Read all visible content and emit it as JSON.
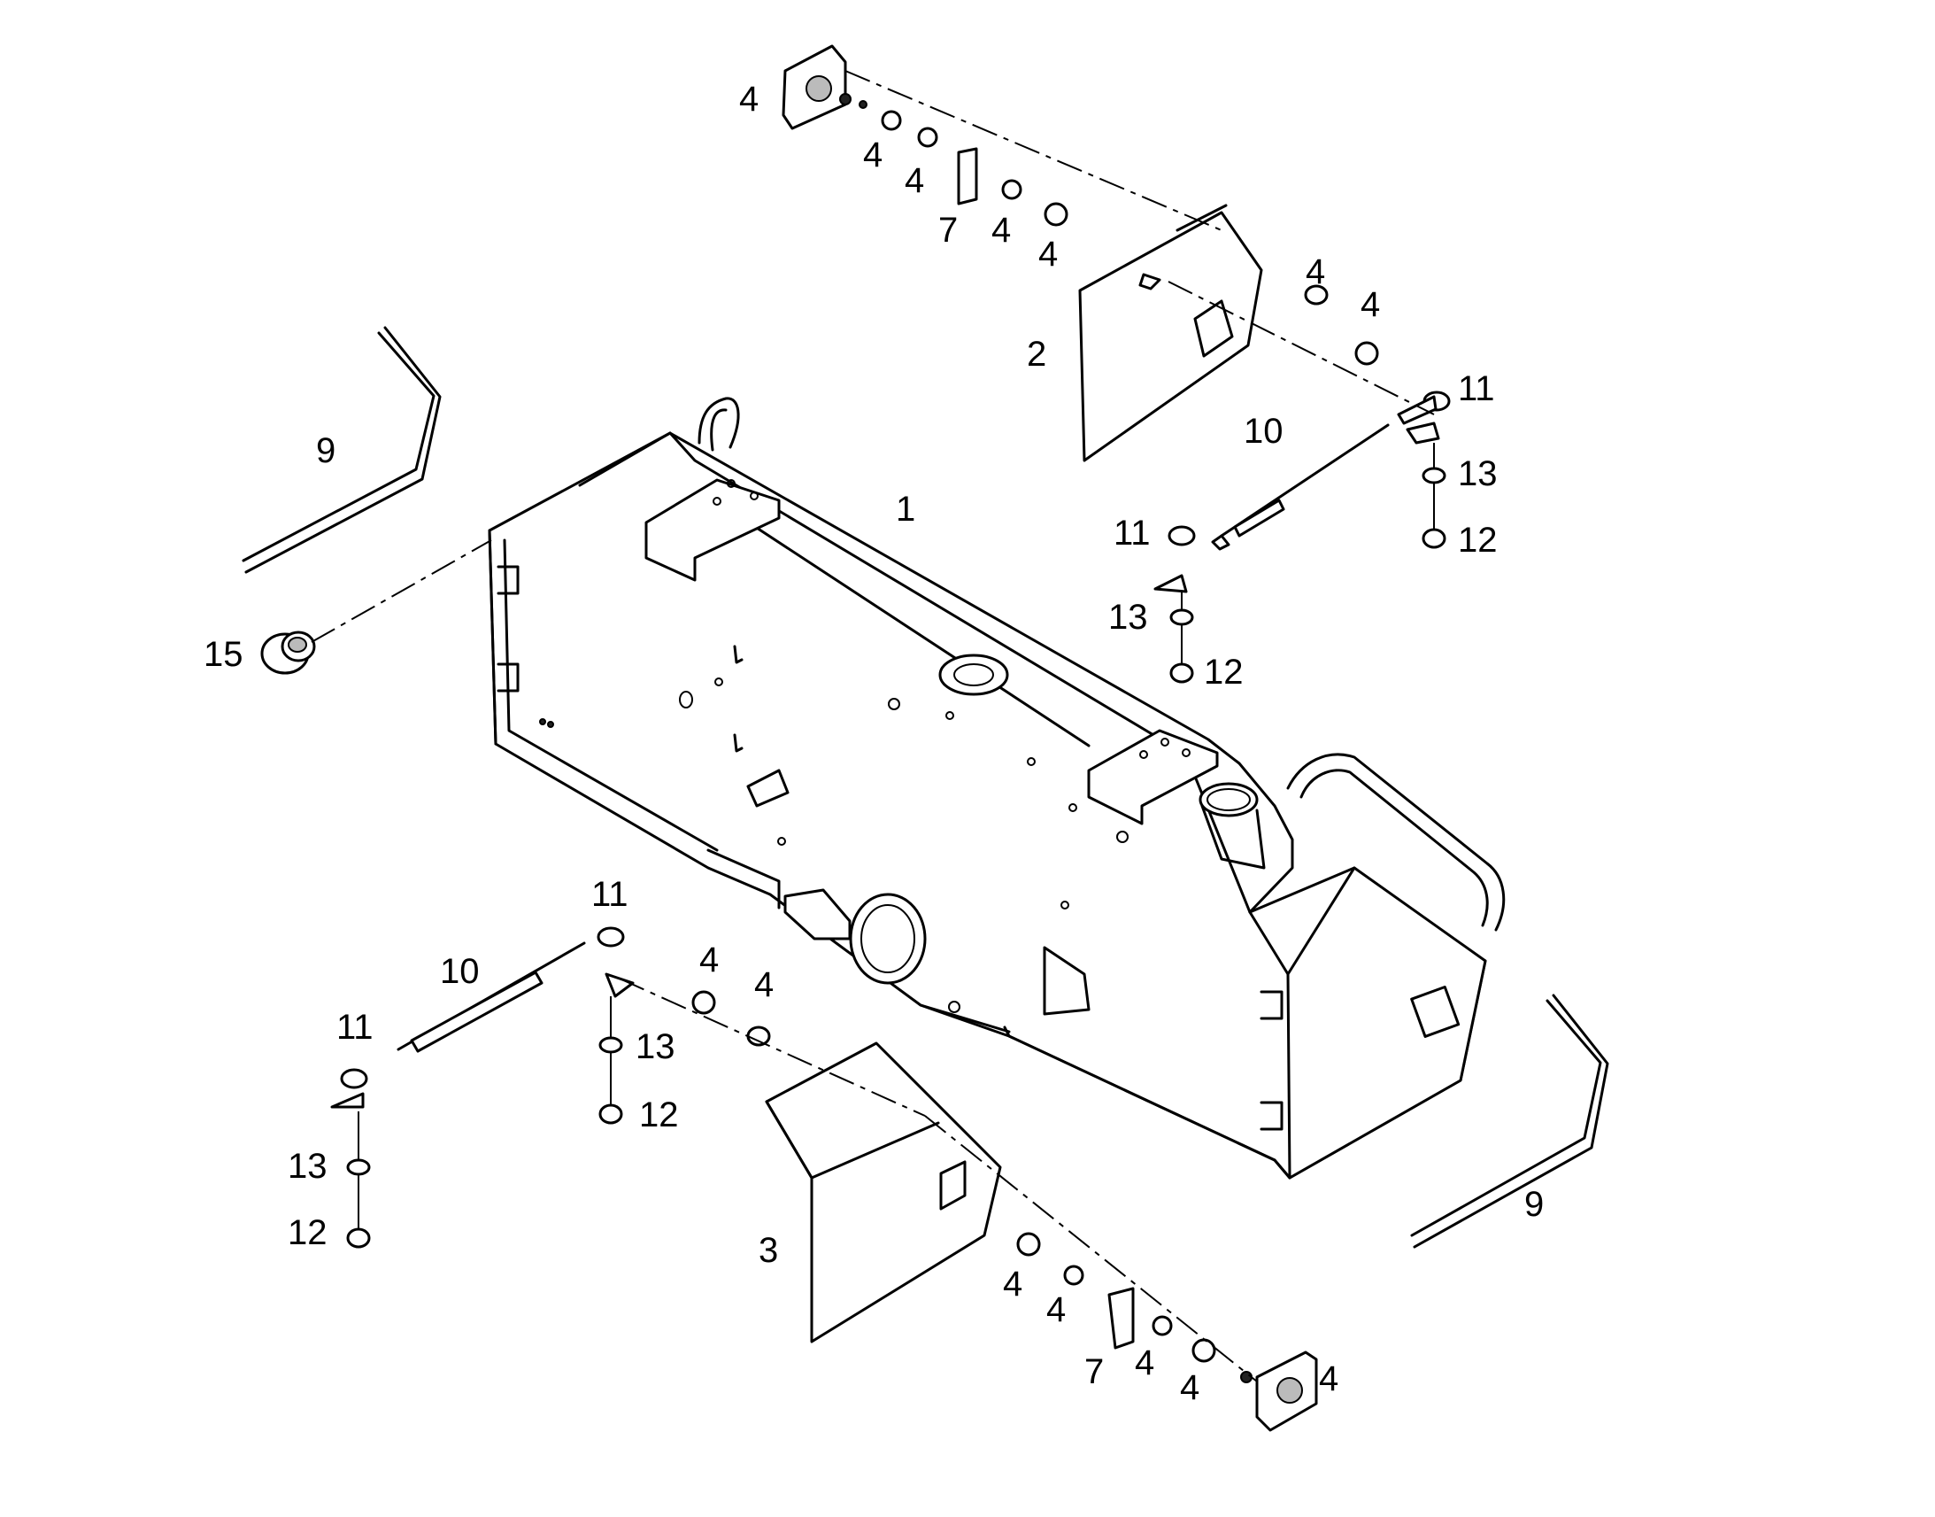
{
  "diagram": {
    "part_numbers": {
      "frame": "1",
      "upper_cover": "2",
      "lower_cover": "3",
      "hardware": "4",
      "bracket": "7",
      "handle": "9",
      "gas_spring": "10",
      "ball_joint": "11",
      "nut": "12",
      "washer": "13",
      "plug": "15"
    }
  }
}
